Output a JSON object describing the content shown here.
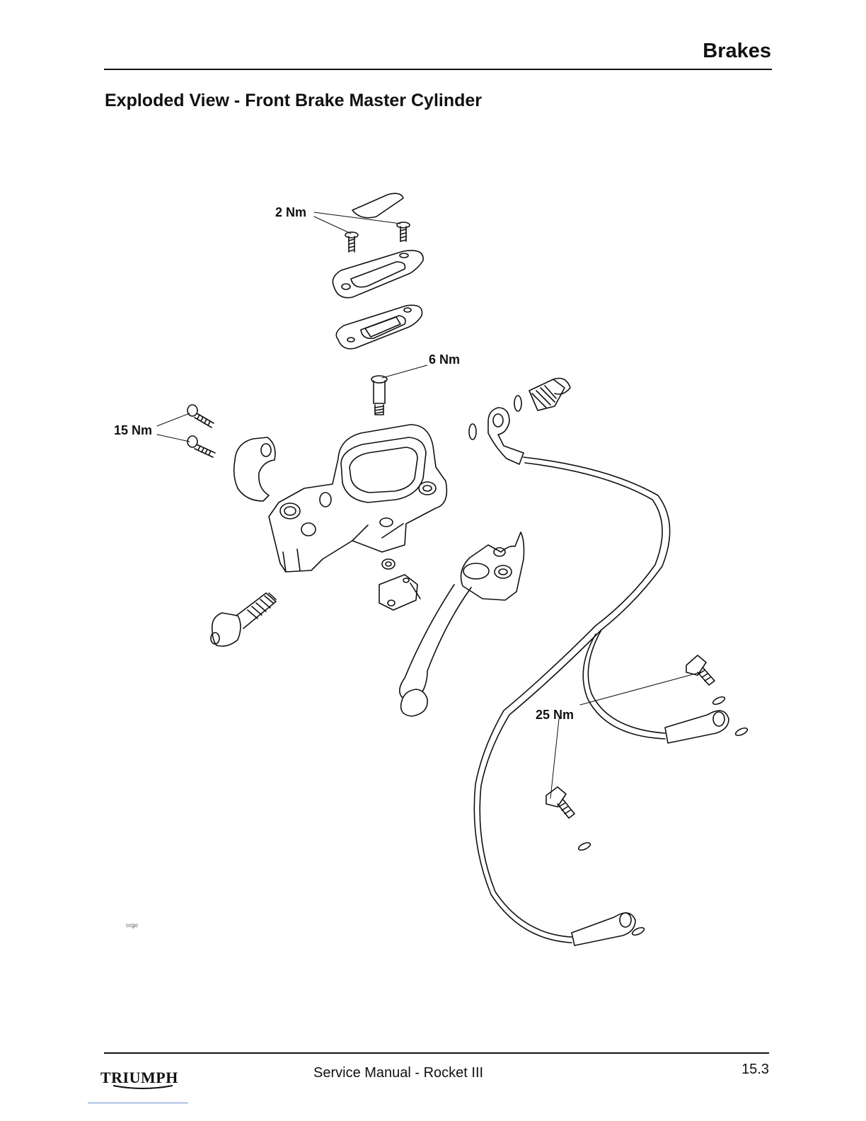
{
  "header": {
    "section": "Brakes",
    "heading": "Exploded View - Front Brake Master Cylinder"
  },
  "diagram": {
    "torque_labels": {
      "reservoir_cap_screws": "2 Nm",
      "lever_pivot_bolt": "6 Nm",
      "clamp_bolts": "15 Nm",
      "banjo_bolts": "25 Nm"
    },
    "reference": "ccgo"
  },
  "footer": {
    "brand": "TRIUMPH",
    "title": "Service Manual - Rocket III",
    "page": "15.3"
  },
  "colors": {
    "ink": "#111111",
    "paper": "#ffffff"
  }
}
